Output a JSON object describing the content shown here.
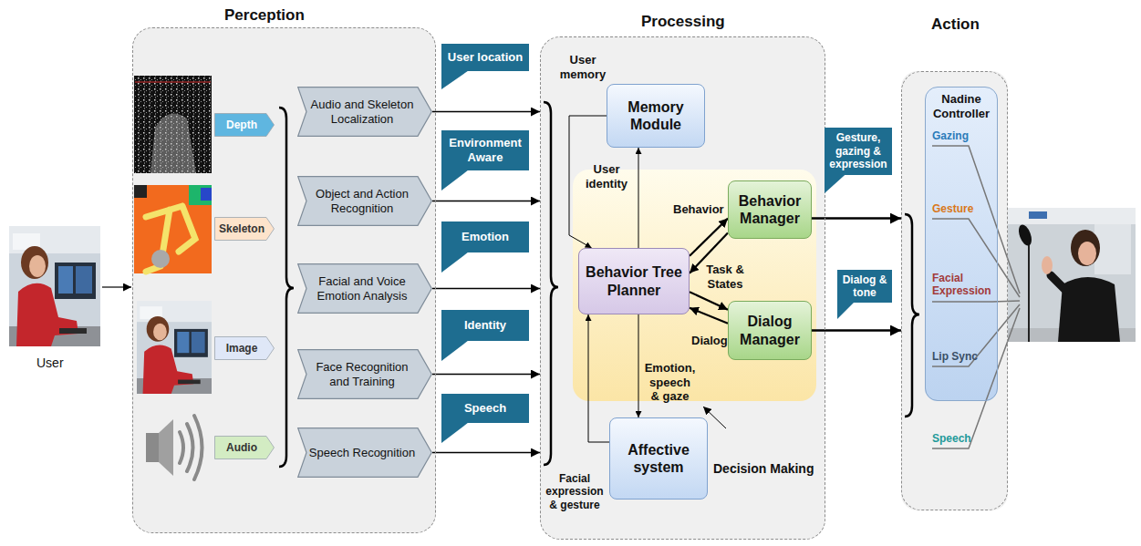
{
  "diagram": {
    "nodes": [
      {
        "text": [
          "Perception"
        ]
      },
      {
        "text": [
          "Depth"
        ],
        "in": 0
      },
      {
        "text": [
          "Skeleton"
        ],
        "in": 0
      },
      {
        "text": [
          "Image"
        ],
        "in": 0
      },
      {
        "text": [
          "Audio"
        ],
        "in": 0
      },
      {
        "text": [
          "Audio and Skeleton Localization"
        ],
        "in": 0
      },
      {
        "text": [
          "Object and Action Recognition"
        ],
        "in": 0
      },
      {
        "text": [
          "Facial and Voice Emotion Analysis"
        ],
        "in": 0
      },
      {
        "text": [
          "Face Recognition and Training"
        ],
        "in": 0
      },
      {
        "text": [
          "Speech Recognition"
        ],
        "in": 0
      },
      {
        "text": [
          "User location"
        ]
      },
      {
        "text": [
          "Environment Aware"
        ]
      },
      {
        "text": [
          "Emotion"
        ]
      },
      {
        "text": [
          "Identity"
        ]
      },
      {
        "text": [
          "Speech"
        ]
      },
      {
        "text": [
          "Processing"
        ]
      },
      {
        "text": [
          "Memory Module"
        ],
        "in": 15
      },
      {
        "text": [
          "Decision Making"
        ],
        "in": 15
      },
      {
        "text": [
          "Behavior Tree Planner"
        ],
        "in": 17
      },
      {
        "text": [
          "Behavior Manager"
        ],
        "in": 17
      },
      {
        "text": [
          "Dialog Manager"
        ],
        "in": 17
      },
      {
        "text": [
          "Affective system"
        ],
        "in": 15
      },
      {
        "text": [
          "Gesture, gazing & expression"
        ]
      },
      {
        "text": [
          "Dialog & tone"
        ]
      },
      {
        "text": [
          "Action"
        ]
      },
      {
        "text": [
          "Nadine Controller"
        ],
        "in": 24
      }
    ],
    "edges": [
      {
        "from": 5,
        "to": 15,
        "arrow": "to"
      },
      {
        "from": 6,
        "to": 15,
        "arrow": "to"
      },
      {
        "from": 7,
        "to": 15,
        "arrow": "to"
      },
      {
        "from": 8,
        "to": 15,
        "arrow": "to"
      },
      {
        "from": 9,
        "to": 15,
        "arrow": "to"
      },
      {
        "from": 16,
        "to": 18,
        "label": "User memory",
        "arrow": "to"
      },
      {
        "from": 18,
        "to": 16,
        "label": "User identity",
        "arrow": "to"
      },
      {
        "from": 18,
        "to": 19,
        "label": "Behavior",
        "arrow": "to"
      },
      {
        "from": 19,
        "to": 18,
        "label": "Task & States",
        "arrow": "to"
      },
      {
        "from": 18,
        "to": 20,
        "arrow": "to"
      },
      {
        "from": 20,
        "to": 18,
        "label": "Dialog",
        "arrow": "to"
      },
      {
        "from": 18,
        "to": 21,
        "label": "Emotion, speech & gaze",
        "arrow": "to"
      },
      {
        "from": 21,
        "to": 18,
        "label": "Facial expression & gesture",
        "arrow": "to"
      },
      {
        "from": 19,
        "to": 24,
        "arrow": "to"
      },
      {
        "from": 20,
        "to": 24,
        "arrow": "to"
      }
    ],
    "labels": [
      "User",
      "Gazing",
      "Gesture",
      "Facial Expression",
      "Lip Sync",
      "Speech"
    ]
  }
}
